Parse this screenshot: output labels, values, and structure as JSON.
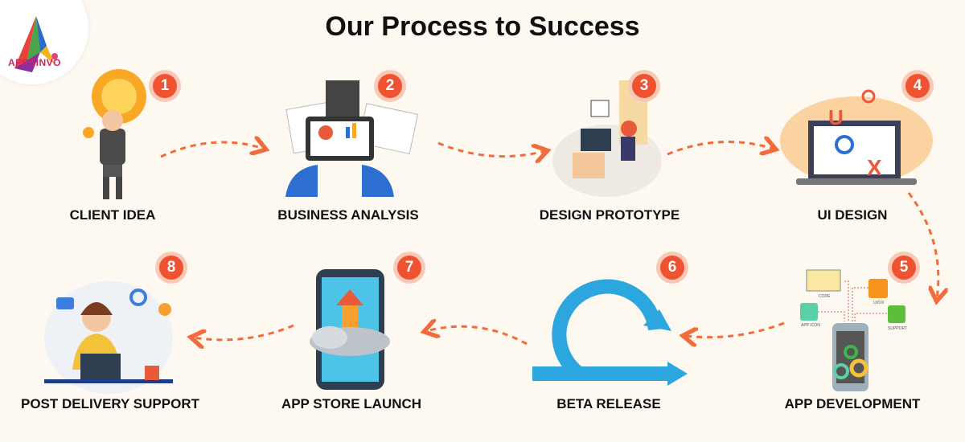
{
  "title": "Our Process to Success",
  "logo": {
    "text": "APPSINVO"
  },
  "colors": {
    "accent": "#ef5230",
    "background": "#fdf8f0",
    "arrow": "#f26b3a"
  },
  "steps": [
    {
      "number": "1",
      "label": "CLIENT IDEA",
      "icon": "lightbulb-businessman-icon"
    },
    {
      "number": "2",
      "label": "BUSINESS ANALYSIS",
      "icon": "tablet-charts-icon"
    },
    {
      "number": "3",
      "label": "DESIGN PROTOTYPE",
      "icon": "designer-desk-icon"
    },
    {
      "number": "4",
      "label": "UI DESIGN",
      "icon": "laptop-ui-icon"
    },
    {
      "number": "5",
      "label": "APP DEVELOPMENT",
      "icon": "phone-gears-icon",
      "sub_labels": [
        "CODE",
        "UI/UX",
        "APP ICON",
        "SUPPORT"
      ]
    },
    {
      "number": "6",
      "label": "BETA RELEASE",
      "icon": "cycle-arrow-icon"
    },
    {
      "number": "7",
      "label": "APP STORE LAUNCH",
      "icon": "phone-rocket-icon"
    },
    {
      "number": "8",
      "label": "POST DELIVERY SUPPORT",
      "icon": "support-agent-icon"
    }
  ]
}
